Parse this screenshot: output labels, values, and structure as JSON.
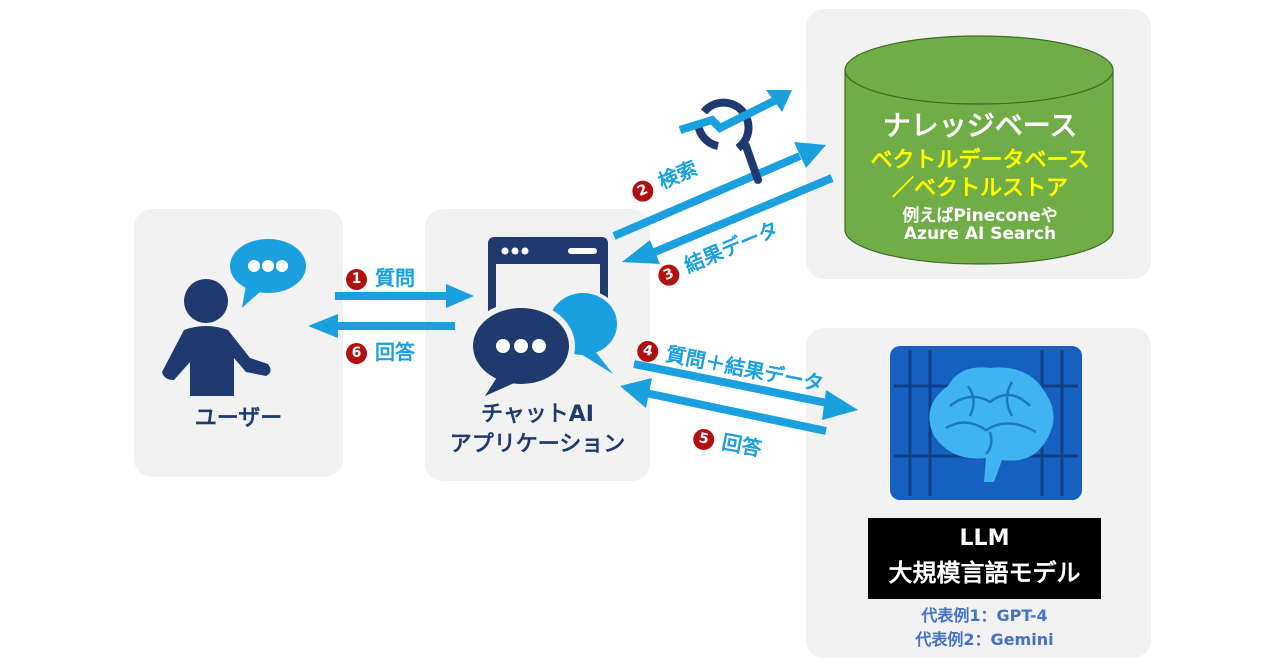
{
  "colors": {
    "panel_bg": "#f2f2f2",
    "navy": "#1f3a6e",
    "sky_blue": "#1a9fdf",
    "step_red": "#b01010",
    "db_green": "#70ad47",
    "db_title_yellow": "#ffff00",
    "llm_label_bg": "#000000",
    "examples_blue": "#4472c4"
  },
  "user": {
    "label": "ユーザー",
    "icon": "person-with-speech-bubble-icon"
  },
  "chat_app": {
    "label_line1": "チャットAI",
    "label_line2": "アプリケーション",
    "icon": "browser-window-with-chat-bubbles-icon"
  },
  "knowledge_base": {
    "title": "ナレッジベース",
    "subtitle_line1": "ベクトルデータベース",
    "subtitle_line2": "／ベクトルストア",
    "example_line1": "例えばPineconeや",
    "example_line2": "Azure AI Search",
    "icon": "database-cylinder-icon"
  },
  "llm": {
    "title_line1": "LLM",
    "title_line2": "大規模言語モデル",
    "example1": "代表例1：GPT-4",
    "example2": "代表例2：Gemini",
    "icon": "brain-circuit-icon"
  },
  "search_icon": "vector-search-magnifier-icon",
  "steps": [
    {
      "number": "1",
      "label": "質問",
      "direction": "user → app"
    },
    {
      "number": "2",
      "label": "検索",
      "direction": "app → knowledge base"
    },
    {
      "number": "3",
      "label": "結果データ",
      "direction": "knowledge base → app"
    },
    {
      "number": "4",
      "label": "質問＋結果データ",
      "direction": "app → LLM"
    },
    {
      "number": "5",
      "label": "回答",
      "direction": "LLM → app"
    },
    {
      "number": "6",
      "label": "回答",
      "direction": "app → user"
    }
  ]
}
